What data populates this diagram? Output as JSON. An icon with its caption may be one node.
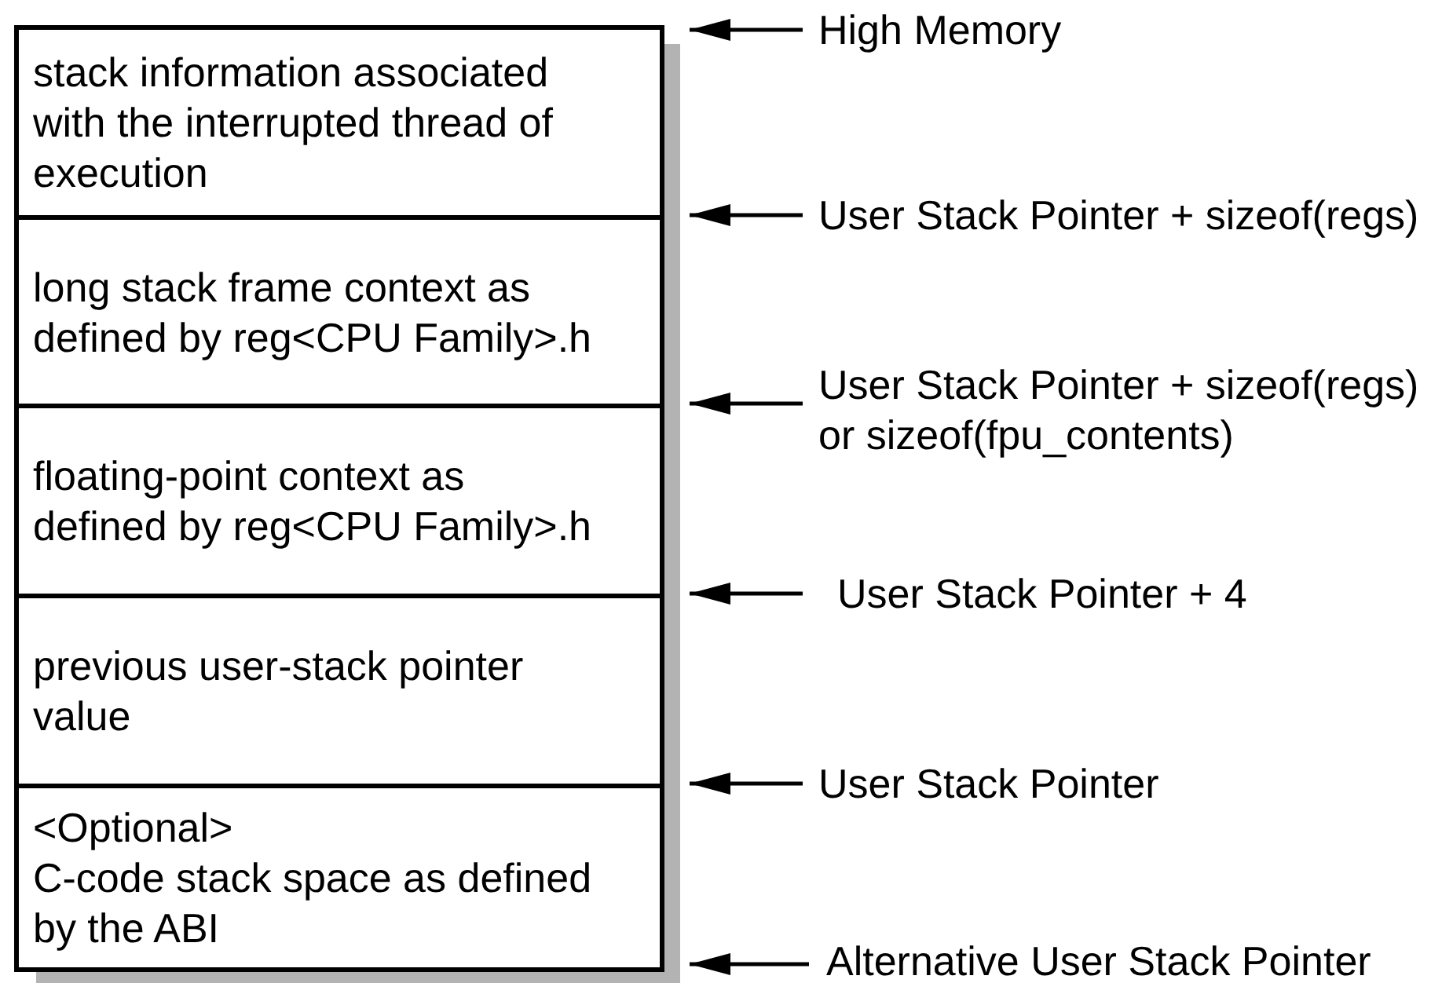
{
  "diagram": {
    "nodes": [
      {
        "text": [
          "stack information associated with the interrupted thread of execution"
        ]
      },
      {
        "text": [
          "long stack frame context as defined by reg<CPU Family>.h"
        ]
      },
      {
        "text": [
          "floating-point context as defined by reg<CPU Family>.h"
        ]
      },
      {
        "text": [
          "previous user-stack pointer value"
        ]
      },
      {
        "text": [
          "<Optional>",
          "C-code stack space as defined by the ABI"
        ]
      },
      {
        "text": [
          "High Memory"
        ]
      },
      {
        "text": [
          "User Stack Pointer + sizeof(regs)"
        ]
      },
      {
        "text": [
          "User Stack Pointer + sizeof(regs) or sizeof(fpu_contents)"
        ]
      },
      {
        "text": [
          "User Stack Pointer + 4"
        ]
      },
      {
        "text": [
          "User Stack Pointer"
        ]
      },
      {
        "text": [
          "Alternative User Stack Pointer"
        ]
      }
    ],
    "edges": [
      {
        "from": 5,
        "to": 0,
        "arrow": "to"
      },
      {
        "from": 6,
        "to": 1,
        "arrow": "to"
      },
      {
        "from": 7,
        "to": 1,
        "arrow": "to"
      },
      {
        "from": 8,
        "to": 2,
        "arrow": "to"
      },
      {
        "from": 9,
        "to": 4,
        "arrow": "to"
      },
      {
        "from": 10,
        "to": 4,
        "arrow": "to"
      }
    ]
  }
}
